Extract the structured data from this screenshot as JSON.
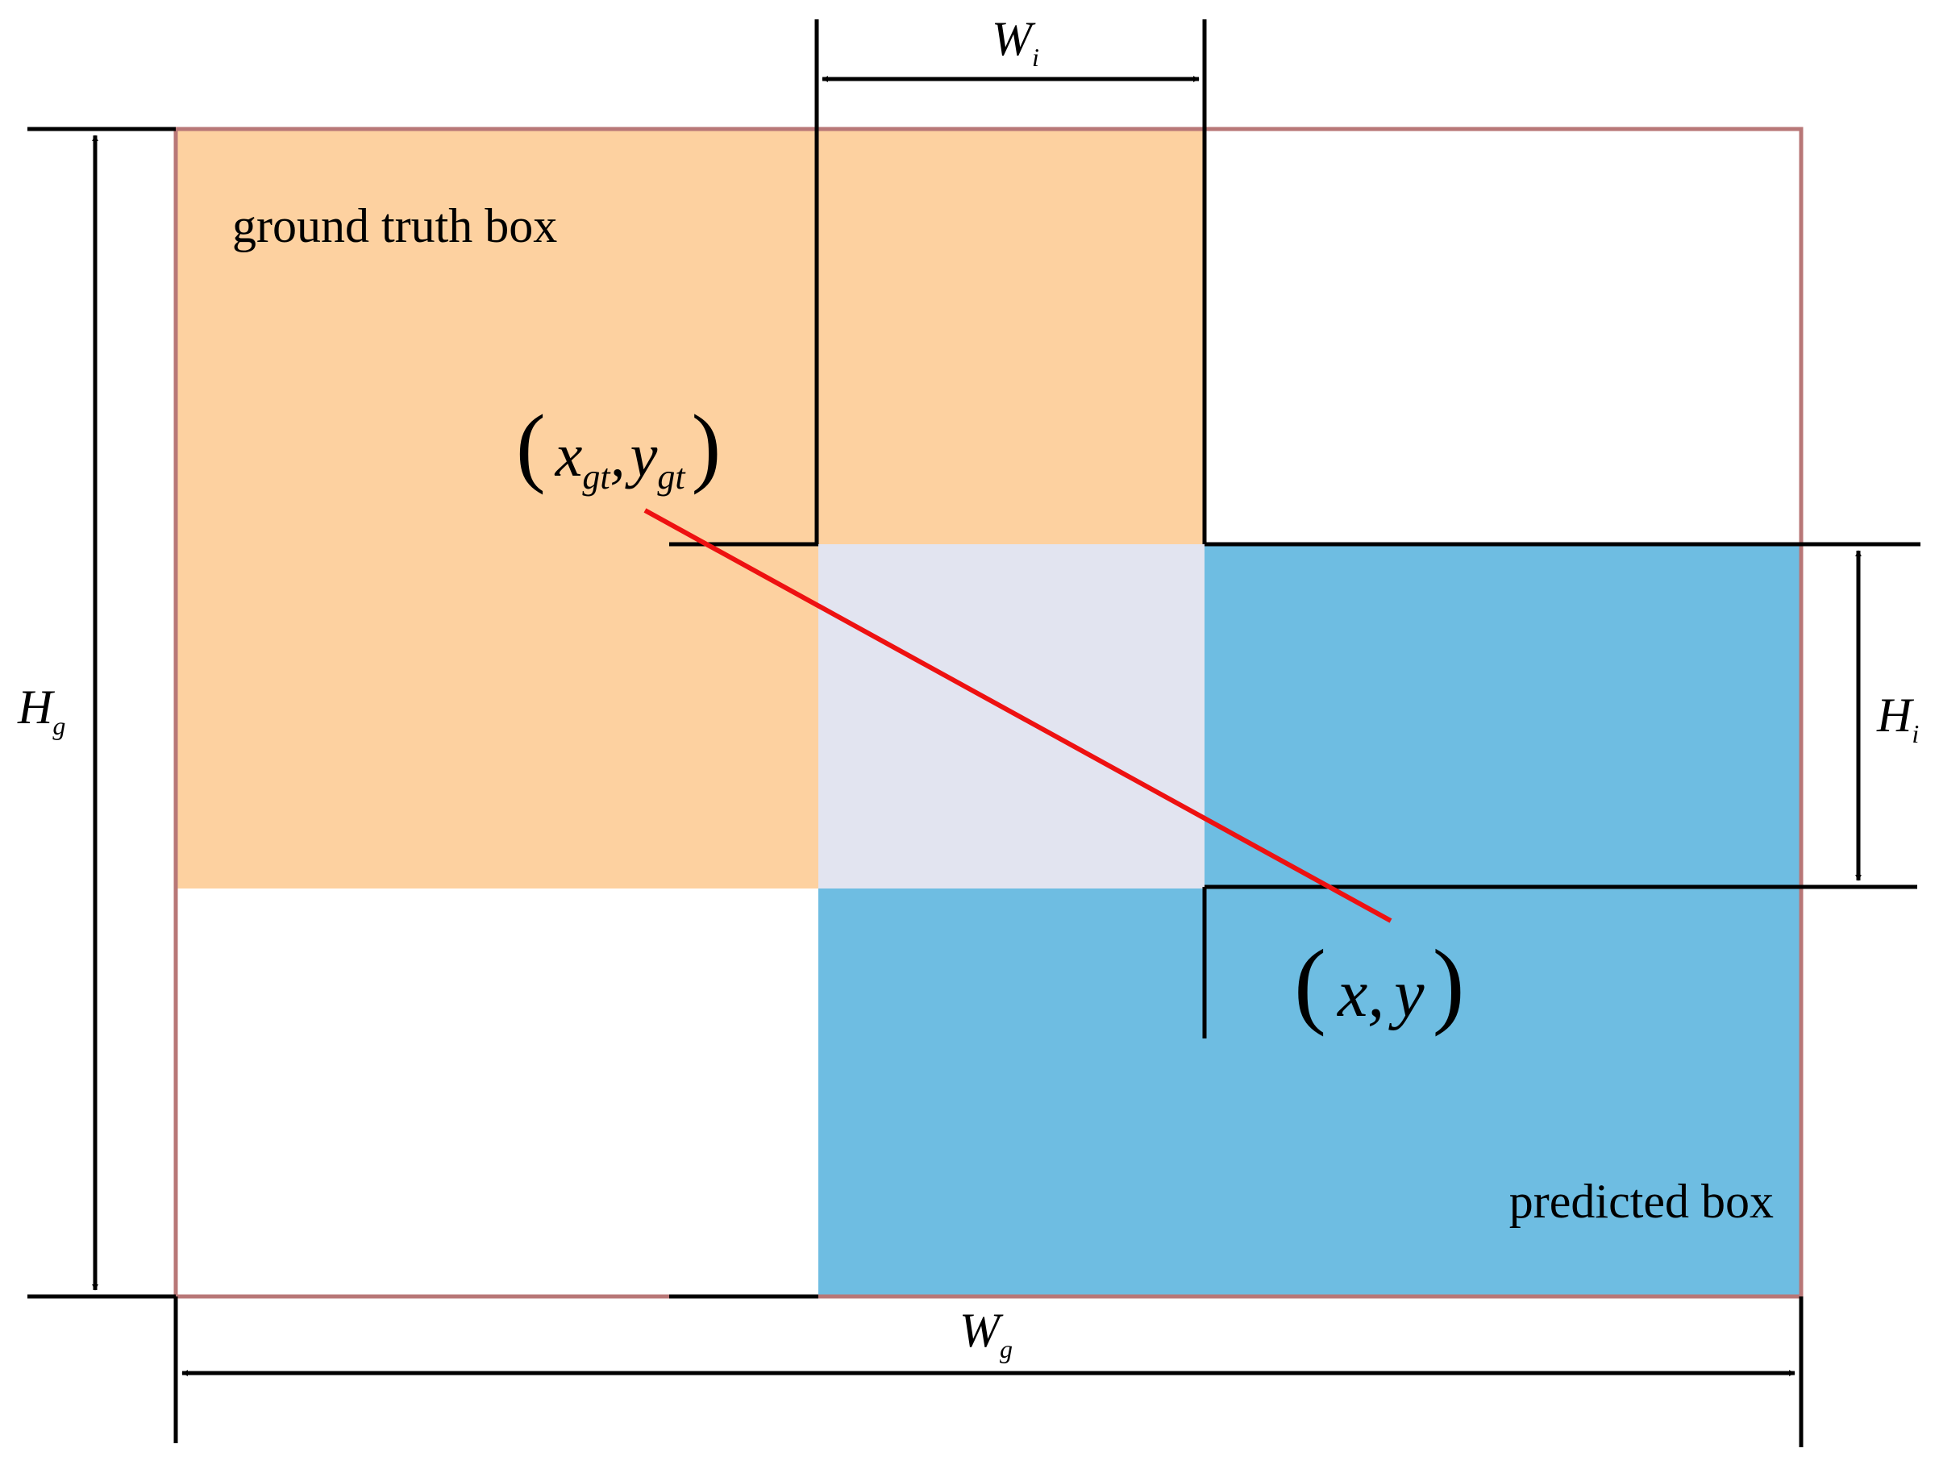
{
  "labels": {
    "ground_truth": "ground truth box",
    "predicted": "predicted box"
  },
  "dimensions": {
    "wi": {
      "main": "W",
      "sub": "i"
    },
    "hg": {
      "main": "H",
      "sub": "g"
    },
    "hi": {
      "main": "H",
      "sub": "i"
    },
    "wg": {
      "main": "W",
      "sub": "g"
    }
  },
  "points": {
    "gt_center": {
      "open": "(",
      "x": "x",
      "x_sub": "gt",
      "comma": ",",
      "y": "y",
      "y_sub": "gt",
      "close": ")"
    },
    "pred_center": {
      "open": "(",
      "x": "x",
      "comma": ",",
      "y": "y",
      "close": ")"
    }
  },
  "colors": {
    "ground_truth_fill": "#FDD1A0",
    "predicted_fill": "#6EBDE2",
    "intersection_fill": "#E2E4F0",
    "enclosing_border": "#B87777",
    "center_line": "#EE1111",
    "dimension_lines": "#000000"
  }
}
